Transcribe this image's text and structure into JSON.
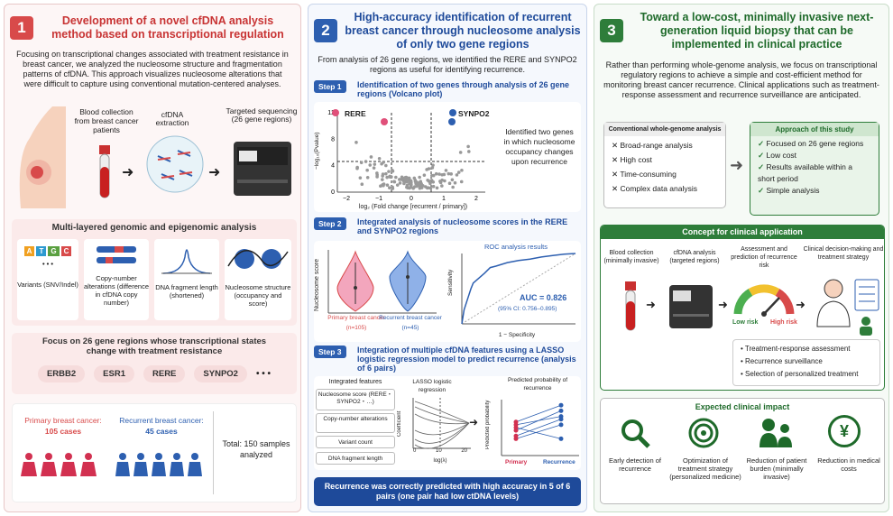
{
  "p1": {
    "num": "1",
    "title": "Development of a novel cfDNA analysis method based on transcriptional regulation",
    "intro": "Focusing on transcriptional changes associated with treatment resistance in breast cancer, we analyzed the nucleosome structure and fragmentation patterns of cfDNA. This approach visualizes nucleosome alterations that were difficult to capture using conventional mutation-centered analyses.",
    "flow": [
      "Blood collection from breast cancer patients",
      "cfDNA extraction",
      "Targeted sequencing (26 gene regions)"
    ],
    "multi_title": "Multi-layered genomic and epigenomic analysis",
    "multi": [
      {
        "label": "Variants (SNV/Indel)",
        "letters": "A T G C"
      },
      {
        "label": "Copy-number alterations (difference in cfDNA copy number)"
      },
      {
        "label": "DNA fragment length (shortened)"
      },
      {
        "label": "Nucleosome structure (occupancy and score)"
      }
    ],
    "dots": "• • •",
    "focus_title": "Focus on 26 gene regions whose transcriptional states change with treatment resistance",
    "genes": [
      "ERBB2",
      "ESR1",
      "RERE",
      "SYNPO2"
    ],
    "gene_more": "• • •",
    "primary_label": "Primary breast cancer:",
    "primary_cases": "105 cases",
    "recurrent_label": "Recurrent breast cancer:",
    "recurrent_cases": "45 cases",
    "total": "Total: 150 samples analyzed"
  },
  "p2": {
    "num": "2",
    "title": "High-accuracy identification of recurrent breast cancer through nucleosome analysis of only two gene regions",
    "intro": "From analysis of 26 gene regions, we identified the RERE and SYNPO2 regions as useful for identifying recurrence.",
    "step1_tag": "Step 1",
    "step1": "Identification of two genes through analysis of 26 gene regions (Volcano plot)",
    "rere": "RERE",
    "synpo2": "SYNPO2",
    "volcano_note": "Identified two genes in which nucleosome occupancy changes upon recurrence",
    "volcano_y": "−log₁₀(Pvalue)",
    "volcano_x": "log₂ (Fold change [recurrent / primary])",
    "volcano_yticks": [
      "0",
      "4",
      "8",
      "12"
    ],
    "volcano_xticks": [
      "−2",
      "−1",
      "0",
      "1",
      "2"
    ],
    "step2_tag": "Step 2",
    "step2": "Integrated analysis of nucleosome scores in the RERE and SYNPO2 regions",
    "violin_y": "Nucleosome score",
    "violin_primary": "Primary breast cancer",
    "violin_primary_n": "(n=105)",
    "violin_recurrent": "Recurrent breast cancer",
    "violin_recurrent_n": "(n=45)",
    "roc_title": "ROC analysis results",
    "roc_y": "Sensitivity",
    "roc_x": "1 − Specificity",
    "auc": "AUC = 0.826",
    "ci": "(95% CI: 0.756–0.895)",
    "step3_tag": "Step 3",
    "step3": "Integration of multiple cfDNA features using a LASSO logistic regression model to predict recurrence (analysis of 6 pairs)",
    "feat_title": "Integrated features",
    "features": [
      "Nucleosome score (RERE・SYNPO2・…)",
      "Copy-number alterations",
      "Variant count",
      "DNA fragment length"
    ],
    "lasso_title": "LASSO logistic regression",
    "lasso_y": "Coefficient",
    "lasso_x": "log(λ)",
    "lasso_xticks": [
      "0",
      "10",
      "20"
    ],
    "pred_title": "Predicted probability of recurrence",
    "pred_y": "Predicted probability",
    "pred_primary": "Primary",
    "pred_recurrence": "Recurrence",
    "result": "Recurrence was correctly predicted with high accuracy in 5 of 6 pairs (one pair had low ctDNA levels)"
  },
  "p3": {
    "num": "3",
    "title": "Toward a low-cost, minimally invasive next-generation liquid biopsy that can be implemented in clinical practice",
    "intro": "Rather than performing whole-genome analysis, we focus on transcriptional regulatory regions to achieve a simple and cost-efficient method for monitoring breast cancer recurrence. Clinical applications such as treatment-response assessment and recurrence surveillance are anticipated.",
    "conv_title": "Conventional whole-genome analysis",
    "conv": [
      "Broad-range analysis",
      "High cost",
      "Time-consuming",
      "Complex data analysis"
    ],
    "study_title": "Approach of this study",
    "study": [
      "Focused on 26 gene regions",
      "Low cost",
      "Results available within a short period",
      "Simple analysis"
    ],
    "concept_title": "Concept for clinical application",
    "concept": [
      "Blood collection (minimally invasive)",
      "cfDNA analysis (targeted regions)",
      "Assessment and prediction of recurrence risk",
      "Clinical decision-making and treatment strategy"
    ],
    "low_risk": "Low risk",
    "high_risk": "High risk",
    "uses": [
      "Treatment-response assessment",
      "Recurrence surveillance",
      "Selection of personalized treatment"
    ],
    "impact_title": "Expected clinical impact",
    "impacts": [
      "Early detection of recurrence",
      "Optimization of treatment strategy (personalized medicine)",
      "Reduction of patient burden (minimally invasive)",
      "Reduction in medical costs"
    ],
    "yen": "¥"
  },
  "colors": {
    "red": "#d84a4a",
    "blue": "#2d5fb0",
    "green": "#2e7d3a",
    "pink": "#e0507a"
  },
  "chart_data": [
    {
      "type": "violin",
      "categories": [
        "Primary breast cancer",
        "Recurrent breast cancer"
      ],
      "n": [
        105,
        45
      ],
      "ylabel": "Nucleosome score"
    },
    {
      "type": "line",
      "title": "ROC analysis results",
      "xlabel": "1 − Specificity",
      "ylabel": "Sensitivity",
      "xlim": [
        0,
        1
      ],
      "ylim": [
        0,
        1
      ],
      "x": [
        0,
        0.02,
        0.05,
        0.08,
        0.1,
        0.15,
        0.2,
        0.25,
        0.3,
        0.4,
        0.5,
        0.6,
        0.7,
        0.8,
        0.9,
        1.0
      ],
      "y": [
        0,
        0.2,
        0.35,
        0.5,
        0.58,
        0.65,
        0.72,
        0.8,
        0.82,
        0.87,
        0.9,
        0.92,
        0.95,
        0.97,
        0.99,
        1.0
      ],
      "auc": 0.826
    },
    {
      "type": "line",
      "title": "Predicted probability of recurrence",
      "categories": [
        "Primary",
        "Recurrence"
      ],
      "series": [
        {
          "values": [
            0.45,
            0.8
          ]
        },
        {
          "values": [
            0.35,
            0.65
          ]
        },
        {
          "values": [
            0.55,
            0.7
          ]
        },
        {
          "values": [
            0.6,
            0.9
          ]
        },
        {
          "values": [
            0.3,
            0.55
          ]
        },
        {
          "values": [
            0.5,
            0.3
          ]
        }
      ]
    }
  ]
}
